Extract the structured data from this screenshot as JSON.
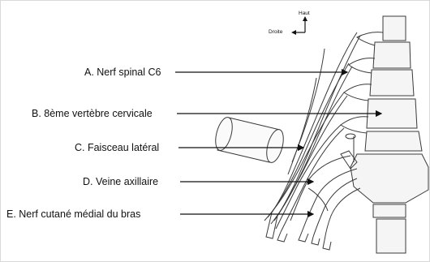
{
  "orientation": {
    "up": "Haut",
    "right": "Droite"
  },
  "labels": [
    {
      "letter": "A",
      "text": "A. Nerf spinal C6"
    },
    {
      "letter": "B",
      "text": "B. 8ème vertèbre cervicale"
    },
    {
      "letter": "C",
      "text": "C. Faisceau latéral"
    },
    {
      "letter": "D",
      "text": "D. Veine axillaire"
    },
    {
      "letter": "E",
      "text": "E. Nerf cutané médial du bras"
    }
  ],
  "colors": {
    "ink": "#111111",
    "sketch": "#3a3a3a",
    "border": "#d9d9d9",
    "bone_fill": "#f5f5f5"
  }
}
